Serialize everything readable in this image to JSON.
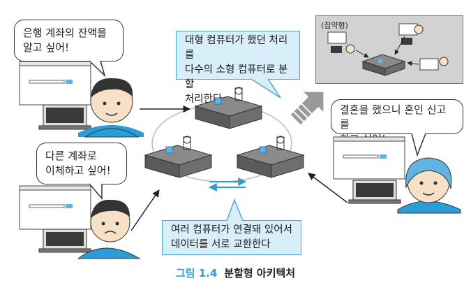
{
  "bubbles": {
    "top_left": [
      "은행 계좌의 잔액을",
      "알고 싶어!"
    ],
    "mid_left": [
      "다른 계좌로",
      "이체하고 싶어!"
    ],
    "right": [
      "결혼을 했으니 혼인 신고를",
      "하고 싶어!"
    ]
  },
  "callouts": {
    "top": [
      "대형 컴퓨터가 했던 처리를",
      "다수의 소형 컴퓨터로 분할",
      "처리한다"
    ],
    "bottom": [
      "여러 컴퓨터가 연결돼 있어서",
      "데이터를 서로 교환한다"
    ]
  },
  "inset": {
    "label": "(집약형)"
  },
  "caption": {
    "number": "그림 1.4",
    "title": "분할형 아키텍처"
  },
  "colors": {
    "accent": "#2a9dd6",
    "callout_bg": "#d8eef8",
    "server_body": "#5a5a5a"
  }
}
